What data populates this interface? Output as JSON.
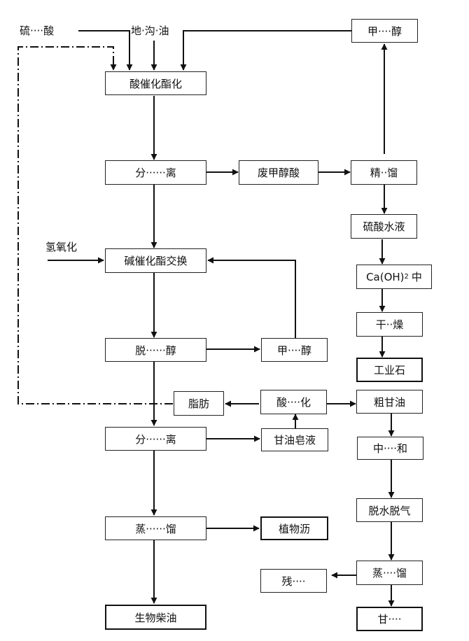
{
  "inputs": {
    "sulfuric_acid": "硫····酸",
    "waste_oil": "地·沟·油",
    "hydroxide": "氢氧化"
  },
  "nodes": {
    "methanol_top": "甲····醇",
    "acid_esterification": "酸催化酯化",
    "separation_1": "分······离",
    "waste_methanol_acid": "废甲醇酸",
    "rectification": "精··馏",
    "sulfuric_acid_solution": "硫酸水液",
    "caoh2_neutral": {
      "prefix": "Ca(OH)",
      "subscript": "2",
      "suffix": "中"
    },
    "drying": "干··燥",
    "industrial_stone": "工业石",
    "base_transesterification": "碱催化酯交换",
    "demethanolization": "脱······醇",
    "methanol_recovered": "甲····醇",
    "fat": "脂肪",
    "acidification": "酸····化",
    "crude_glycerol": "粗甘油",
    "separation_2": "分······离",
    "glycerol_soap": "甘油皂液",
    "neutralization": "中····和",
    "dehydration_degassing": "脱水脱气",
    "distillation_1": "蒸······馏",
    "plant_pitch": "植物沥",
    "distillation_2": "蒸····馏",
    "residue": "残····",
    "biodiesel": "生物柴油",
    "glycerol": "甘····"
  },
  "colors": {
    "line": "#111111",
    "box_border": "#222222"
  }
}
